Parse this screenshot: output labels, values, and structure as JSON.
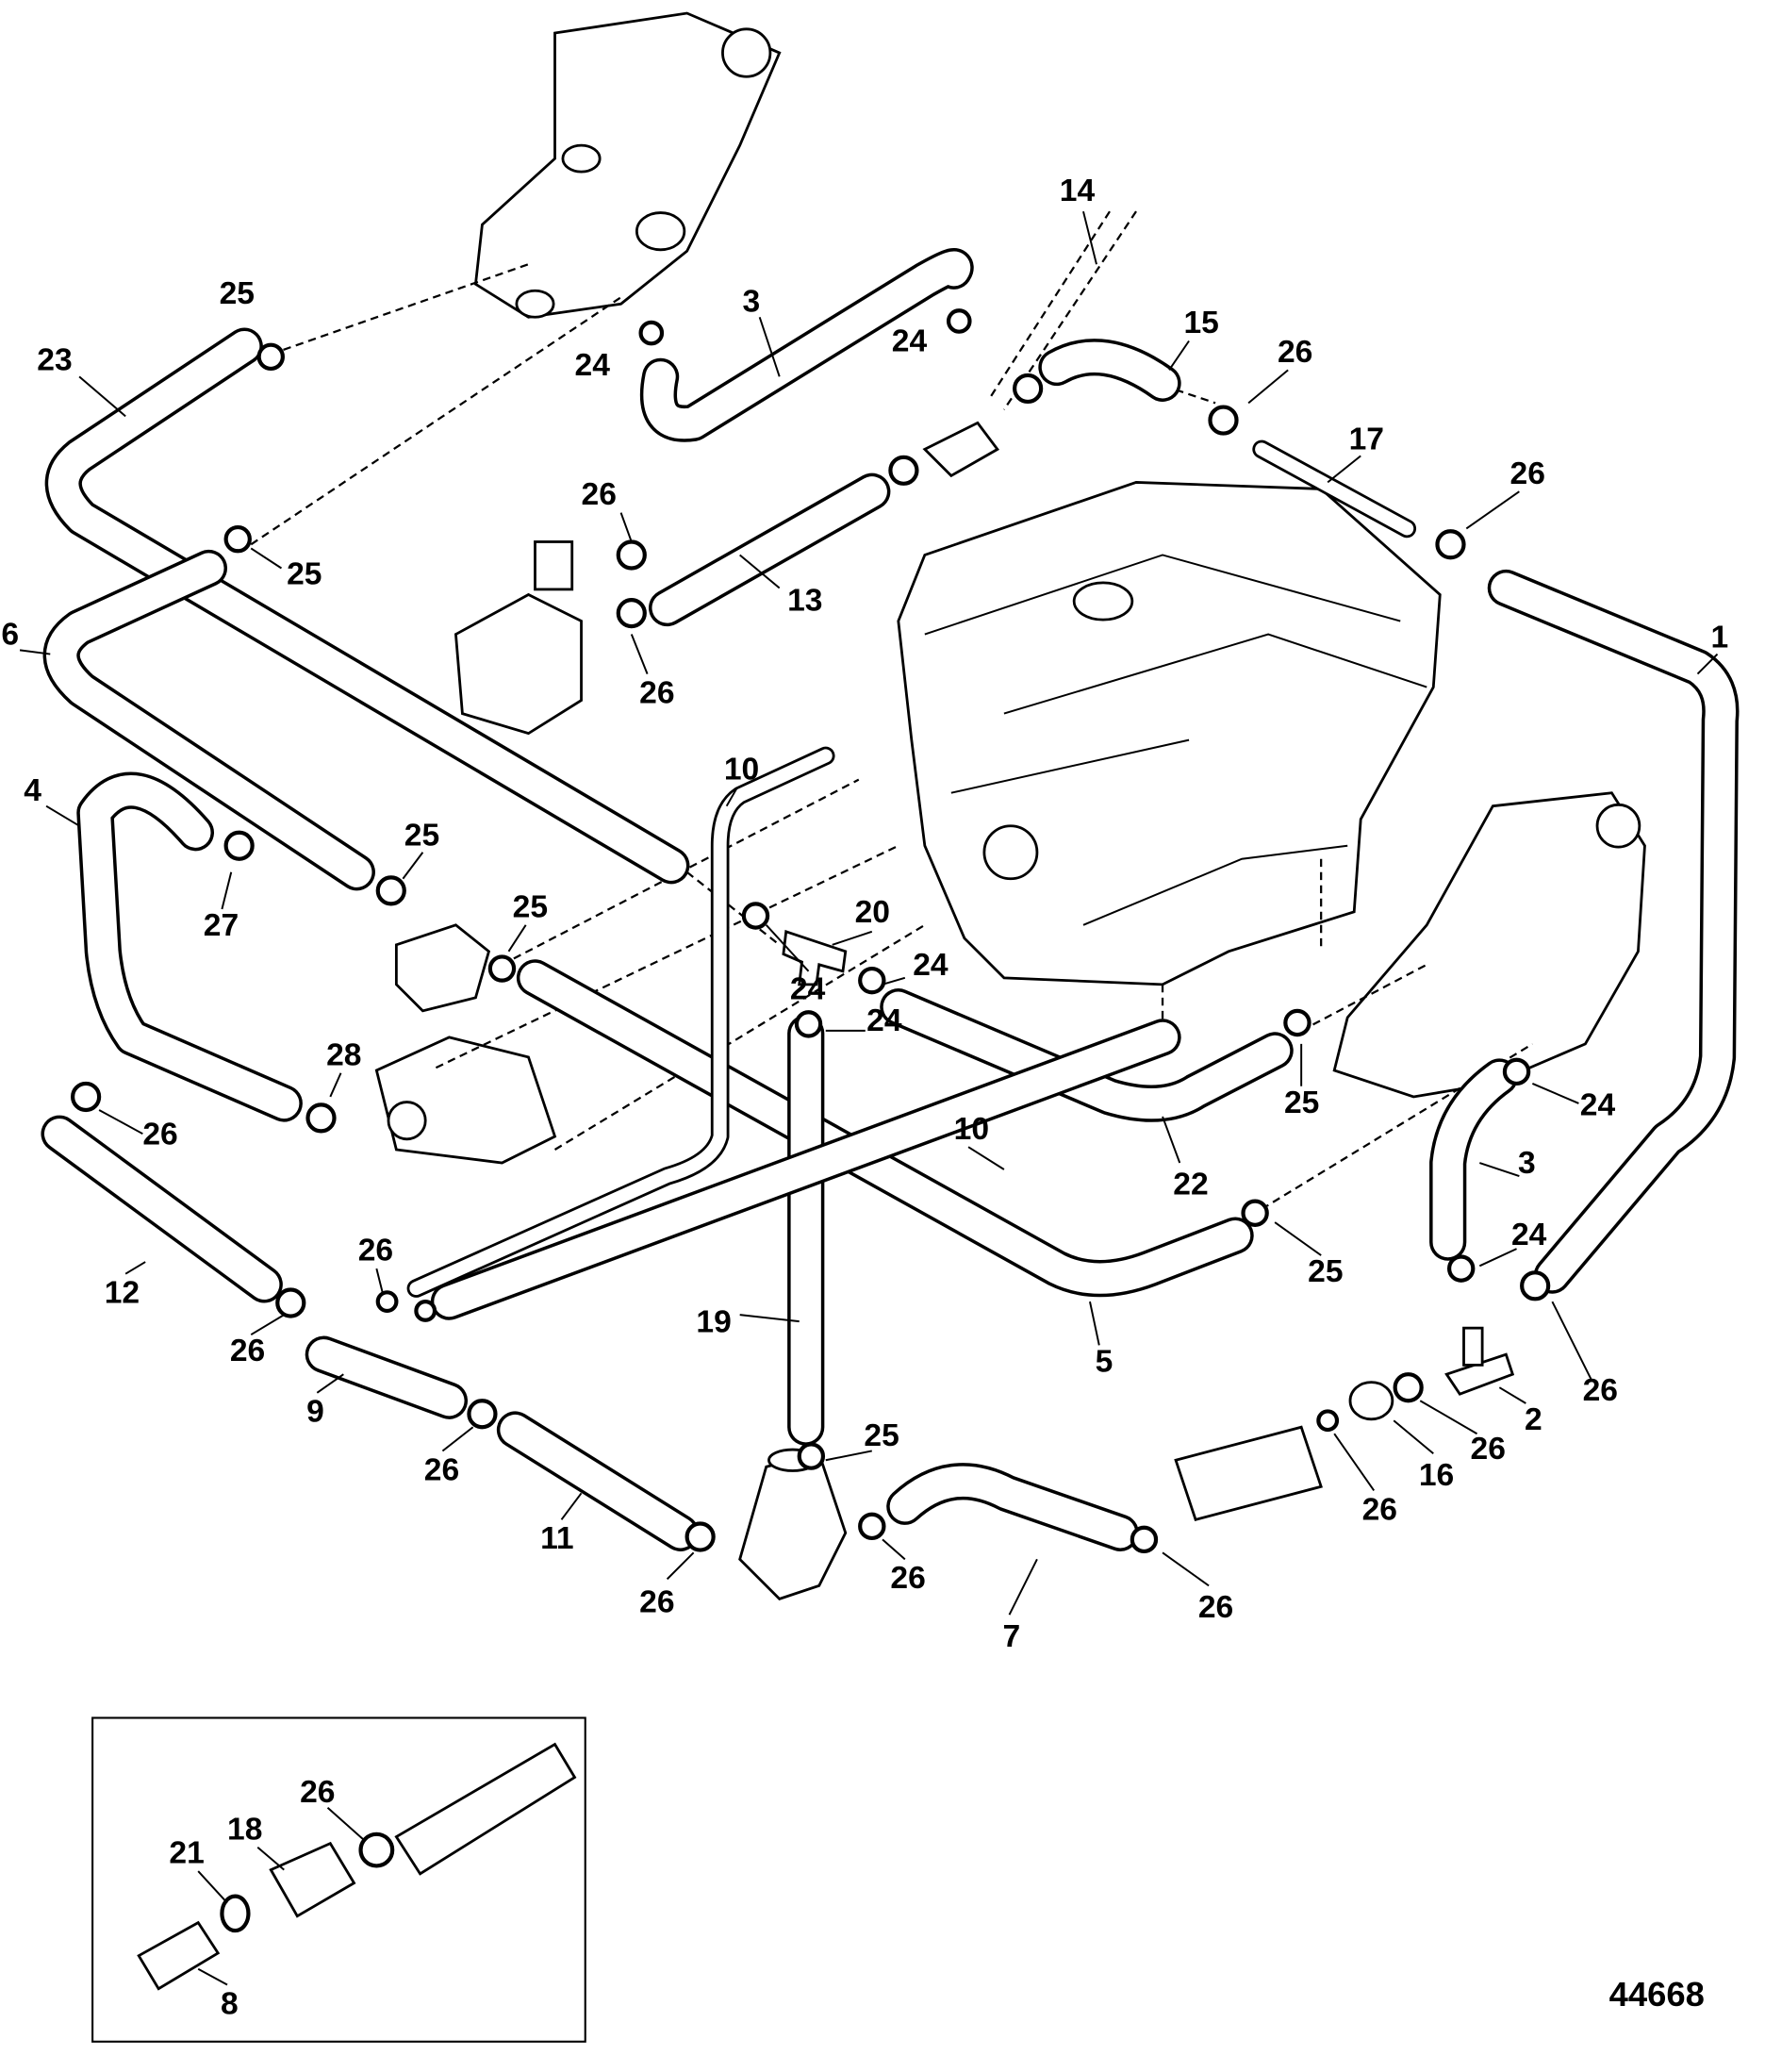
{
  "callouts": [
    "25",
    "23",
    "3",
    "24",
    "14",
    "24",
    "15",
    "26",
    "17",
    "26",
    "25",
    "26",
    "13",
    "26",
    "6",
    "1",
    "10",
    "4",
    "25",
    "27",
    "25",
    "20",
    "24",
    "24",
    "24",
    "28",
    "26",
    "10",
    "25",
    "24",
    "3",
    "22",
    "12",
    "26",
    "25",
    "24",
    "19",
    "26",
    "5",
    "9",
    "2",
    "26",
    "26",
    "16",
    "26",
    "25",
    "11",
    "26",
    "26",
    "26",
    "7",
    "26",
    "26",
    "18",
    "21",
    "8"
  ],
  "figure_id": "44668"
}
